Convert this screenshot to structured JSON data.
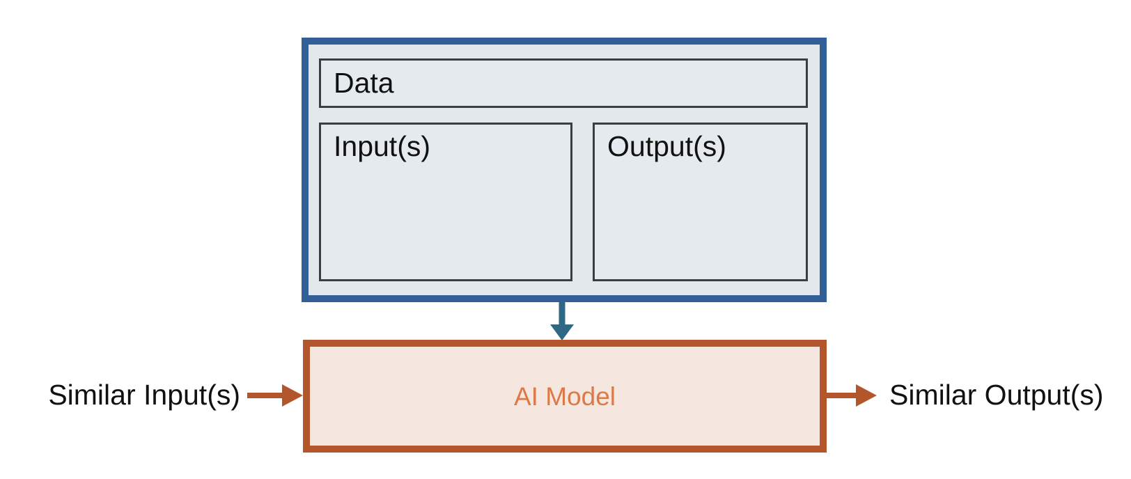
{
  "diagram": {
    "data_group": {
      "title": "Data",
      "children": [
        {
          "label": "Input(s)"
        },
        {
          "label": "Output(s)"
        }
      ]
    },
    "model_box": {
      "label": "AI Model"
    },
    "left_label": "Similar Input(s)",
    "right_label": "Similar Output(s)",
    "arrows": [
      {
        "name": "data-to-model",
        "direction": "down"
      },
      {
        "name": "similar-input-to-model",
        "direction": "right"
      },
      {
        "name": "model-to-similar-output",
        "direction": "right"
      }
    ]
  },
  "colors": {
    "blue_border": "#335F97",
    "panel_fill": "#E2E8EC",
    "inner_fill": "#E4EAED",
    "inner_border": "#3B3D42",
    "teal_arrow": "#2F6884",
    "orange_border": "#B4562B",
    "orange_fill": "#F5E6E0",
    "orange_text": "#DC7A47",
    "text": "#111111",
    "background": "#FFFFFF"
  }
}
